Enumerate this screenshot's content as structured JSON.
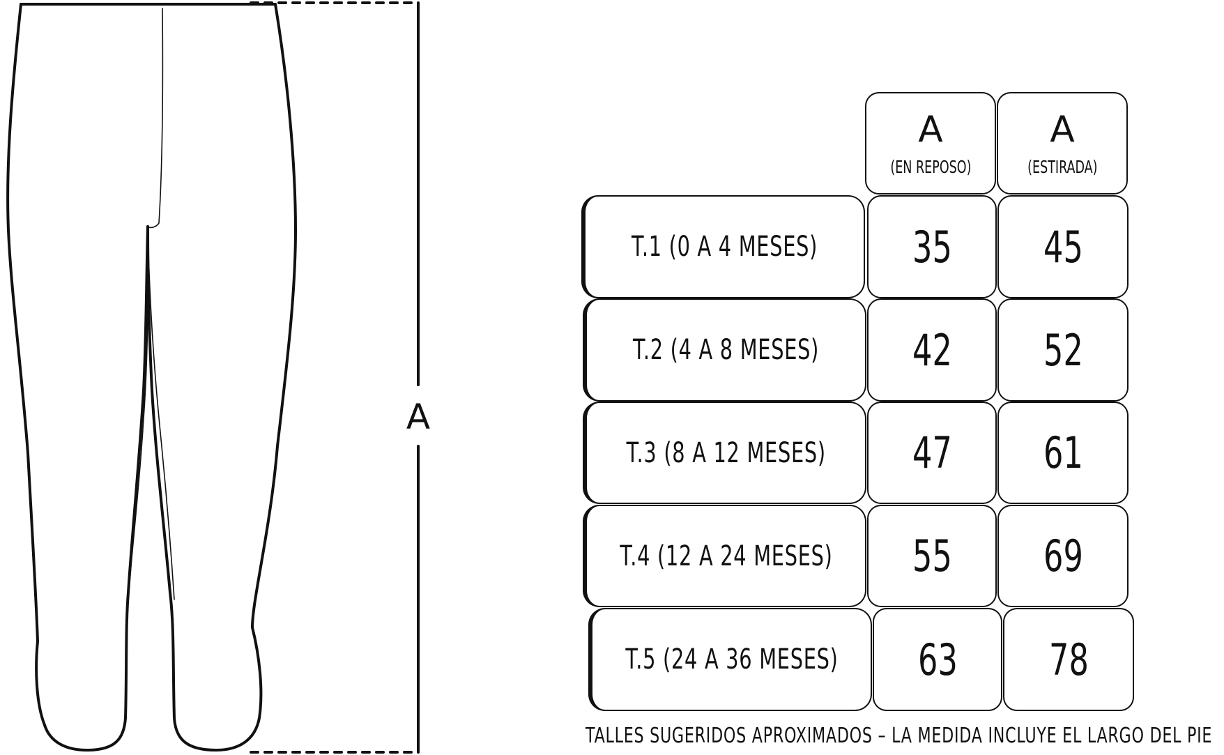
{
  "dimension_label": "A",
  "table": {
    "columns": [
      {
        "letter": "A",
        "note": "(EN REPOSO)"
      },
      {
        "letter": "A",
        "note": "(ESTIRADA)"
      }
    ],
    "rows": [
      {
        "size": "T.1 (0 A 4 MESES)",
        "reposo": "35",
        "estirada": "45"
      },
      {
        "size": "T.2 (4 A 8 MESES)",
        "reposo": "42",
        "estirada": "52"
      },
      {
        "size": "T.3 (8 A 12 MESES)",
        "reposo": "47",
        "estirada": "61"
      },
      {
        "size": "T.4 (12 A 24 MESES)",
        "reposo": "55",
        "estirada": "69"
      },
      {
        "size": "T.5 (24 A 36 MESES)",
        "reposo": "63",
        "estirada": "78"
      }
    ]
  },
  "footer_note": "TALLES SUGERIDOS APROXIMADOS – LA MEDIDA INCLUYE EL LARGO DEL PIE"
}
